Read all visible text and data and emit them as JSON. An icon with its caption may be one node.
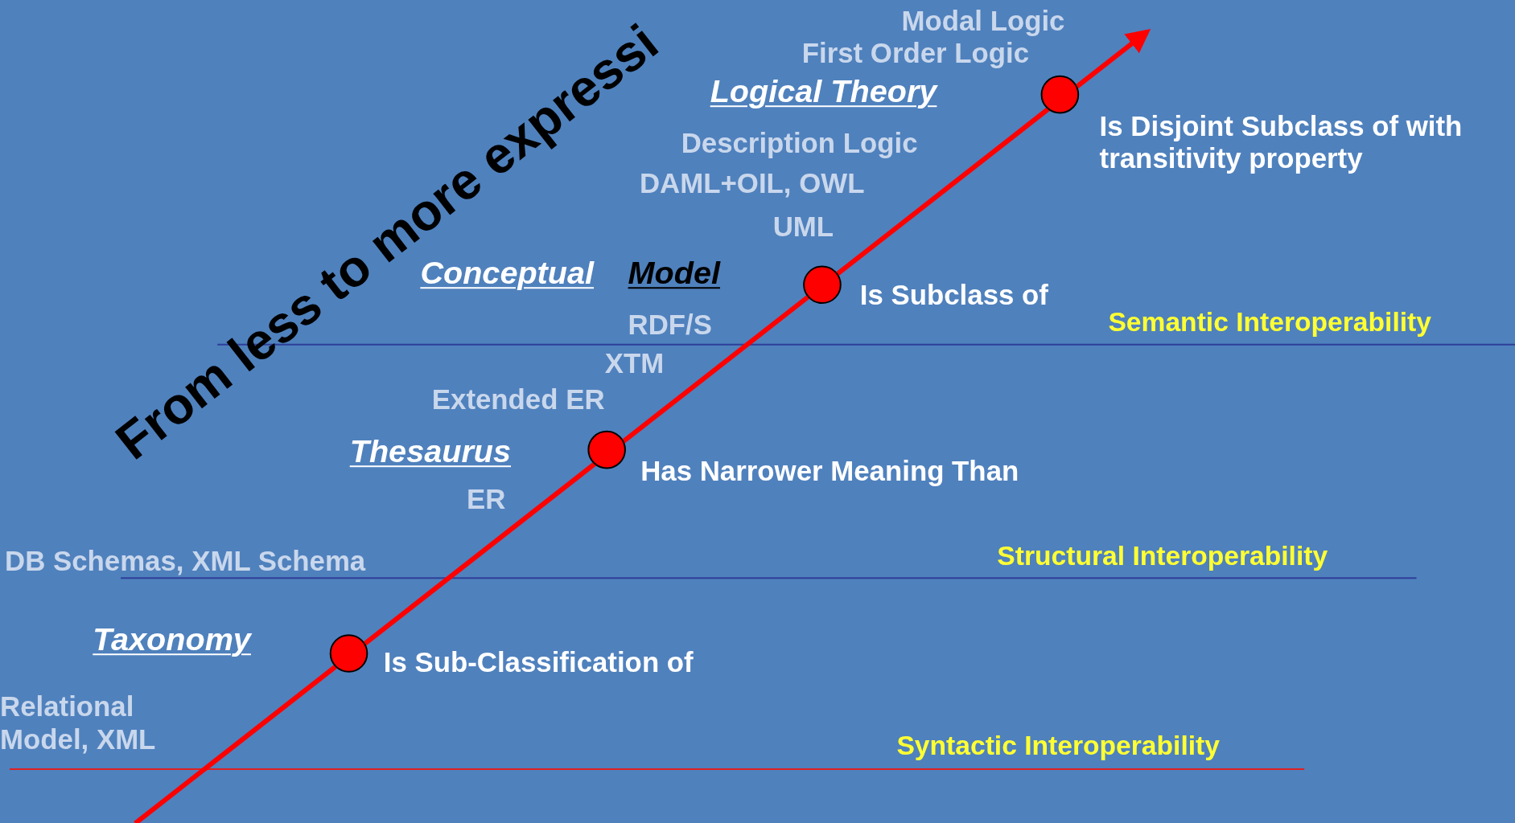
{
  "diagram": {
    "labels": [
      "From less to more expressi",
      "Modal Logic",
      "First Order Logic",
      "Logical Theory",
      "Is Disjoint Subclass of with transitivity property",
      "Description Logic",
      "DAML+OIL, OWL",
      "UML",
      "Conceptual",
      "Model",
      "Is Subclass of",
      "Semantic Interoperability",
      "RDF/S",
      "XTM",
      "Extended ER",
      "Thesaurus",
      "Has Narrower Meaning Than",
      "ER",
      "DB Schemas, XML Schema",
      "Structural Interoperability",
      "Taxonomy",
      "Is Sub-Classification of",
      "Relational Model, XML",
      "Syntactic Interoperability"
    ]
  }
}
